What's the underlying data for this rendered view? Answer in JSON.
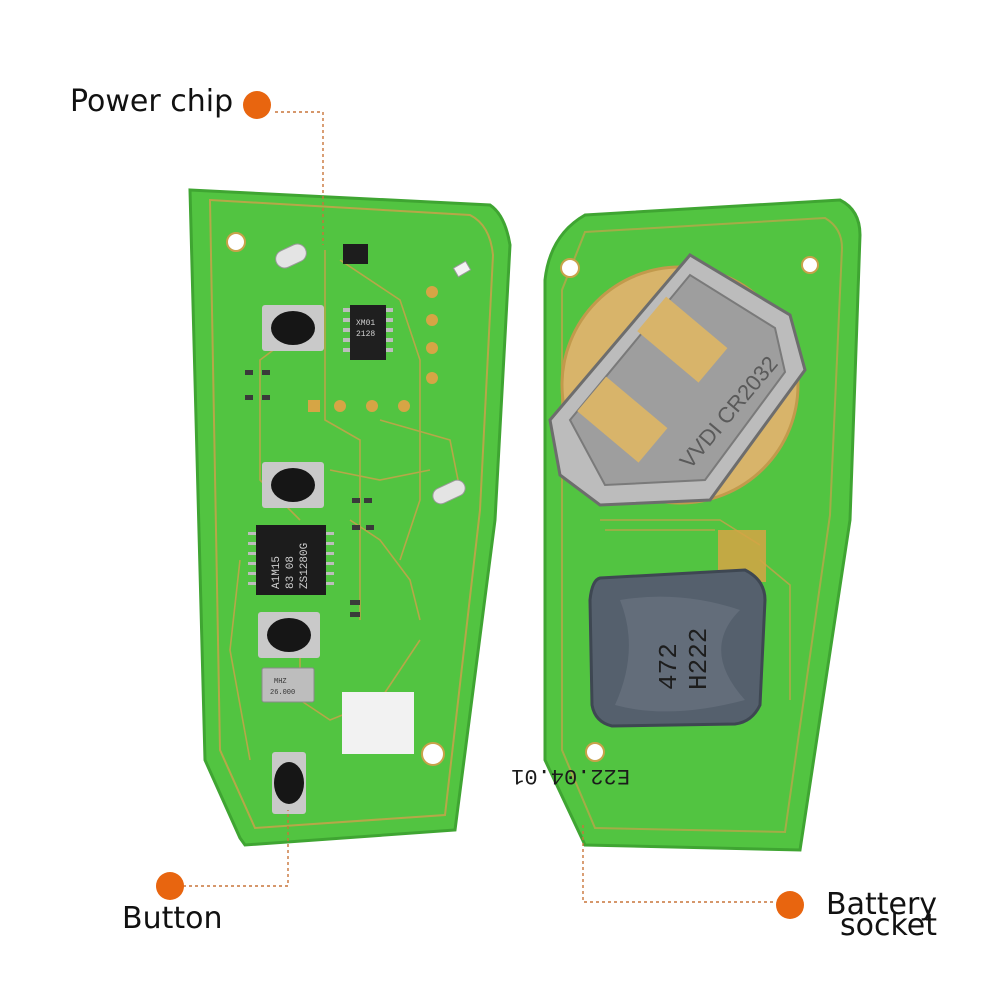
{
  "callouts": {
    "power_chip": {
      "label": "Power chip"
    },
    "button": {
      "label": "Button"
    },
    "battery_socket": {
      "line1": "Battery",
      "line2": "socket"
    }
  },
  "board_markings": {
    "chip_main": [
      "A1M15",
      "83 08",
      "ZS1280G"
    ],
    "chip_small": [
      "XM01",
      "2128"
    ],
    "crystal": [
      "MHZ",
      "26.000"
    ],
    "inductor": [
      "472",
      "H222"
    ],
    "battery_holder": "VVDI CR2032",
    "date_code": "E22.04.01"
  },
  "colors": {
    "accent_dot": "#e8650f",
    "pcb_green": "#52c441",
    "pcb_edge": "#3fa532",
    "trace": "#c8a24a",
    "leader_line": "#c9753a"
  }
}
